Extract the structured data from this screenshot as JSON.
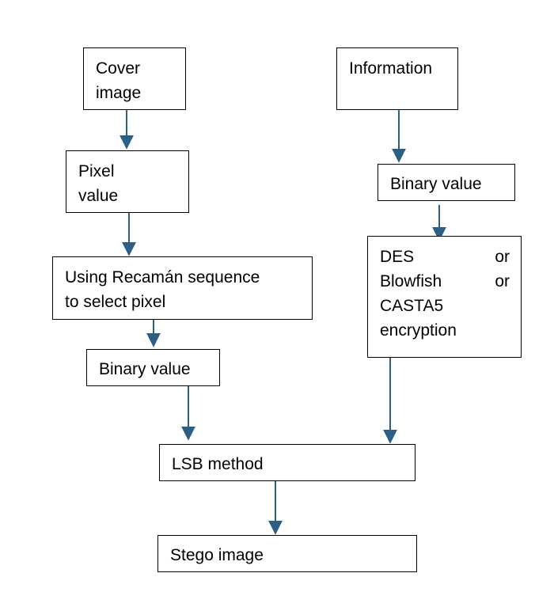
{
  "diagram": {
    "nodes": {
      "cover_image": {
        "lines": [
          "Cover",
          "image"
        ]
      },
      "pixel_value": {
        "lines": [
          "Pixel",
          "value"
        ]
      },
      "recaman": {
        "lines": [
          "Using Recamán sequence",
          "to select pixel"
        ]
      },
      "binary_left": {
        "text": "Binary value"
      },
      "information": {
        "text": "Information"
      },
      "binary_right": {
        "text": "Binary value"
      },
      "encryption": {
        "rows": [
          {
            "left": "DES",
            "right": "or"
          },
          {
            "left": "Blowfish",
            "right": "or"
          },
          {
            "left": "CASTA5",
            "right": ""
          },
          {
            "left": "encryption",
            "right": ""
          }
        ]
      },
      "lsb": {
        "text": "LSB method"
      },
      "stego": {
        "text": "Stego image"
      }
    },
    "colors": {
      "arrow": "#2b5f86",
      "border": "#000000"
    },
    "edges": [
      [
        "cover_image",
        "pixel_value"
      ],
      [
        "pixel_value",
        "recaman"
      ],
      [
        "recaman",
        "binary_left"
      ],
      [
        "binary_left",
        "lsb"
      ],
      [
        "information",
        "binary_right"
      ],
      [
        "binary_right",
        "encryption"
      ],
      [
        "encryption",
        "lsb"
      ],
      [
        "lsb",
        "stego"
      ]
    ]
  }
}
